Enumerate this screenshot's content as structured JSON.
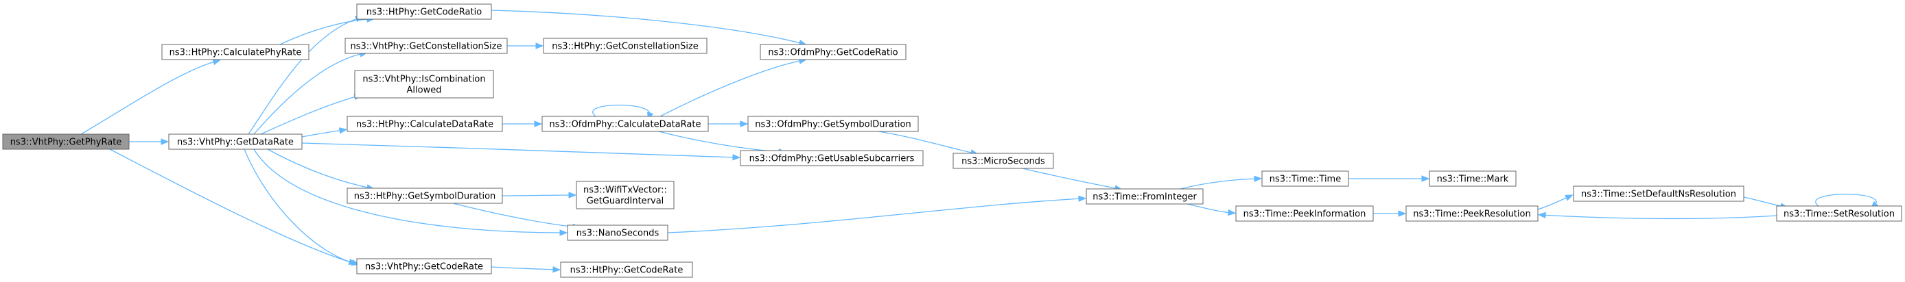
{
  "graph": {
    "type": "call-graph",
    "edge_color": "#63b8ff",
    "root_fill": "#999999",
    "node_border": "#666666",
    "nodes": [
      {
        "id": "n_getphyrate",
        "lines": [
          "ns3::VhtPhy::GetPhyRate"
        ],
        "root": true
      },
      {
        "id": "n_calcphyrate",
        "lines": [
          "ns3::HtPhy::CalculatePhyRate"
        ]
      },
      {
        "id": "n_getdatarate",
        "lines": [
          "ns3::VhtPhy::GetDataRate"
        ]
      },
      {
        "id": "n_ht_getcoderatio",
        "lines": [
          "ns3::HtPhy::GetCodeRatio"
        ]
      },
      {
        "id": "n_vht_getconst",
        "lines": [
          "ns3::VhtPhy::GetConstellationSize"
        ]
      },
      {
        "id": "n_iscomb",
        "lines": [
          "ns3::VhtPhy::IsCombination",
          "Allowed"
        ]
      },
      {
        "id": "n_ht_calcdatarate",
        "lines": [
          "ns3::HtPhy::CalculateDataRate"
        ]
      },
      {
        "id": "n_ht_getsymdur",
        "lines": [
          "ns3::HtPhy::GetSymbolDuration"
        ]
      },
      {
        "id": "n_nanoseconds",
        "lines": [
          "ns3::NanoSeconds"
        ]
      },
      {
        "id": "n_vht_getcoderate",
        "lines": [
          "ns3::VhtPhy::GetCodeRate"
        ]
      },
      {
        "id": "n_ht_getconst",
        "lines": [
          "ns3::HtPhy::GetConstellationSize"
        ]
      },
      {
        "id": "n_ofdm_calcdatarate",
        "lines": [
          "ns3::OfdmPhy::CalculateDataRate"
        ]
      },
      {
        "id": "n_wifitxvector",
        "lines": [
          "ns3::WifiTxVector::",
          "GetGuardInterval"
        ]
      },
      {
        "id": "n_ht_getcoderate",
        "lines": [
          "ns3::HtPhy::GetCodeRate"
        ]
      },
      {
        "id": "n_ofdm_getcoderatio",
        "lines": [
          "ns3::OfdmPhy::GetCodeRatio"
        ]
      },
      {
        "id": "n_ofdm_getsymdur",
        "lines": [
          "ns3::OfdmPhy::GetSymbolDuration"
        ]
      },
      {
        "id": "n_ofdm_getusable",
        "lines": [
          "ns3::OfdmPhy::GetUsableSubcarriers"
        ]
      },
      {
        "id": "n_microseconds",
        "lines": [
          "ns3::MicroSeconds"
        ]
      },
      {
        "id": "n_frominteger",
        "lines": [
          "ns3::Time::FromInteger"
        ]
      },
      {
        "id": "n_time_time",
        "lines": [
          "ns3::Time::Time"
        ]
      },
      {
        "id": "n_peekinfo",
        "lines": [
          "ns3::Time::PeekInformation"
        ]
      },
      {
        "id": "n_time_mark",
        "lines": [
          "ns3::Time::Mark"
        ]
      },
      {
        "id": "n_peekres",
        "lines": [
          "ns3::Time::PeekResolution"
        ]
      },
      {
        "id": "n_setdefaultns",
        "lines": [
          "ns3::Time::SetDefaultNsResolution"
        ]
      },
      {
        "id": "n_setres",
        "lines": [
          "ns3::Time::SetResolution"
        ]
      }
    ],
    "edges": [
      {
        "from": "n_getphyrate",
        "to": "n_calcphyrate"
      },
      {
        "from": "n_getphyrate",
        "to": "n_getdatarate"
      },
      {
        "from": "n_getphyrate",
        "to": "n_vht_getcoderate"
      },
      {
        "from": "n_calcphyrate",
        "to": "n_ht_getcoderatio"
      },
      {
        "from": "n_getdatarate",
        "to": "n_ht_getcoderatio"
      },
      {
        "from": "n_getdatarate",
        "to": "n_vht_getconst"
      },
      {
        "from": "n_getdatarate",
        "to": "n_iscomb"
      },
      {
        "from": "n_getdatarate",
        "to": "n_ht_calcdatarate"
      },
      {
        "from": "n_getdatarate",
        "to": "n_ofdm_getusable"
      },
      {
        "from": "n_getdatarate",
        "to": "n_ht_getsymdur"
      },
      {
        "from": "n_getdatarate",
        "to": "n_nanoseconds"
      },
      {
        "from": "n_getdatarate",
        "to": "n_vht_getcoderate"
      },
      {
        "from": "n_ht_getcoderatio",
        "to": "n_ofdm_getcoderatio"
      },
      {
        "from": "n_vht_getconst",
        "to": "n_ht_getconst"
      },
      {
        "from": "n_ht_calcdatarate",
        "to": "n_ofdm_calcdatarate"
      },
      {
        "from": "n_ofdm_calcdatarate",
        "to": "n_ofdm_calcdatarate",
        "self": true
      },
      {
        "from": "n_ofdm_calcdatarate",
        "to": "n_ofdm_getcoderatio"
      },
      {
        "from": "n_ofdm_calcdatarate",
        "to": "n_ofdm_getsymdur"
      },
      {
        "from": "n_ofdm_calcdatarate",
        "to": "n_ofdm_getusable"
      },
      {
        "from": "n_ofdm_getsymdur",
        "to": "n_microseconds"
      },
      {
        "from": "n_ht_getsymdur",
        "to": "n_wifitxvector"
      },
      {
        "from": "n_ht_getsymdur",
        "to": "n_nanoseconds"
      },
      {
        "from": "n_vht_getcoderate",
        "to": "n_ht_getcoderate"
      },
      {
        "from": "n_microseconds",
        "to": "n_frominteger"
      },
      {
        "from": "n_nanoseconds",
        "to": "n_frominteger"
      },
      {
        "from": "n_frominteger",
        "to": "n_time_time"
      },
      {
        "from": "n_frominteger",
        "to": "n_peekinfo"
      },
      {
        "from": "n_time_time",
        "to": "n_time_mark"
      },
      {
        "from": "n_peekinfo",
        "to": "n_peekres"
      },
      {
        "from": "n_peekres",
        "to": "n_setdefaultns"
      },
      {
        "from": "n_setdefaultns",
        "to": "n_setres"
      },
      {
        "from": "n_setres",
        "to": "n_peekres"
      },
      {
        "from": "n_setres",
        "to": "n_setres",
        "self": true
      }
    ]
  }
}
